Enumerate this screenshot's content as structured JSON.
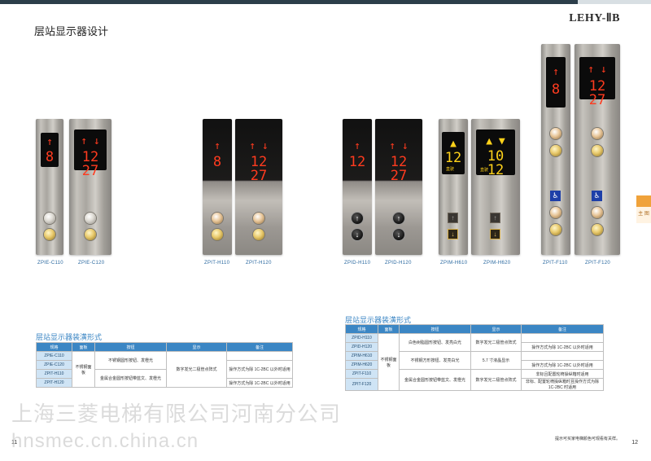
{
  "header": {
    "brand": "LEHY-ⅡB",
    "title": "层站显示器设计"
  },
  "side_tab": "主 图",
  "panels": [
    {
      "model": "ZPIE-C110",
      "arrows": "↑",
      "digits": "8"
    },
    {
      "model": "ZPIE-C120",
      "arrows": "↑ ↓",
      "digits": "12 27"
    },
    {
      "model": "ZPIT-H110",
      "arrows": "↑",
      "digits": "8"
    },
    {
      "model": "ZPIT-H120",
      "arrows": "↑ ↓",
      "digits": "12 27"
    },
    {
      "model": "ZPID-H110",
      "arrows": "↑",
      "digits": "12"
    },
    {
      "model": "ZPID-H120",
      "arrows": "↑ ↓",
      "digits": "12 27"
    },
    {
      "model": "ZPIM-H610",
      "arrows": "▲",
      "digits": "12",
      "caption": "直驶"
    },
    {
      "model": "ZPIM-H620",
      "arrows": "▲ ▼",
      "digits": "10 12",
      "caption": "直驶"
    },
    {
      "model": "ZPIT-F110",
      "arrows": "↑",
      "digits": "8"
    },
    {
      "model": "ZPIT-F120",
      "arrows": "↑ ↓",
      "digits": "12 27"
    }
  ],
  "table_left": {
    "title": "层站显示器装潢形式",
    "headers": [
      "规格",
      "面板",
      "按钮",
      "显示",
      "备注"
    ],
    "rows": [
      "ZPIE-C110",
      "ZPIE-C120",
      "ZPIT-H110",
      "ZPIT-H120"
    ],
    "panel": "不锈钢面板",
    "button_a": "不锈钢圆形按钮、发橙光",
    "button_b": "金属合金圆形按钮带蓝文、发橙光",
    "display": "数字发光二极管点阵式",
    "remark_a": "",
    "remark_b": "操作方式为除 1C-2BC 以外时适用",
    "remark_c": "操作方式为除 1C-2BC 以外时适用"
  },
  "table_right": {
    "title": "层站显示器装潢形式",
    "headers": [
      "规格",
      "面板",
      "按钮",
      "显示",
      "备注"
    ],
    "rows": [
      "ZPID-H110",
      "ZPID-H120",
      "ZPIM-H610",
      "ZPIM-H620",
      "ZPIT-F110",
      "ZPIT-F120"
    ],
    "panel": "不锈钢面板",
    "button_a": "白色树脂圆形按钮、发亮白光",
    "button_b": "不锈钢方形按钮、发亮白光",
    "button_c": "金属合金圆形按钮带蓝文、发橙光",
    "display_a": "数字发光二极管点阵式",
    "display_b": "5.7 寸液晶显示",
    "display_c": "数字发光二极管点阵式",
    "remark_a": "",
    "remark_b": "操作方式为除 1C-2BC 以外时适用",
    "remark_c": "",
    "remark_d": "操作方式为除 1C-2BC 以外时适用",
    "remark_e": "非标且配置轮椅操纵箱时适用",
    "remark_f": "非标、配置轮椅操纵箱时且操作方式为除 1C-2BC 时适用"
  },
  "note": "提示可买家电梯颜色可观看有关样。",
  "page_left": "11",
  "page_right": "12",
  "watermark_company": "上海三菱电梯有限公司河南分公司",
  "watermark_url": "hnsmec.cn.china.cn"
}
